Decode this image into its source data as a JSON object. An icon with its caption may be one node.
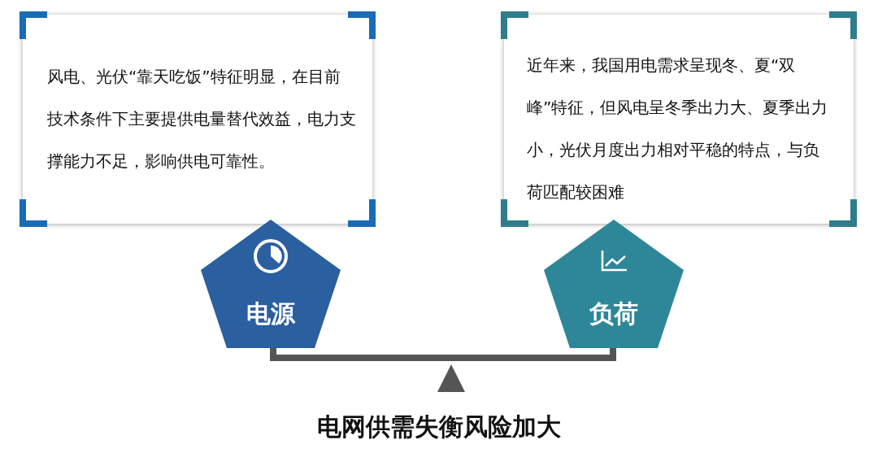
{
  "diagram": {
    "caption": "电网供需失衡风险加大",
    "nodes": [
      {
        "text": [
          "风电、光伏“靠天吃饭”特征明显，在目前技术条件下主要提供电量替代效益，电力支撑能力不足，影响供电可靠性。"
        ]
      },
      {
        "text": [
          "近年来，我国用电需求呈现冬、夏“双峰”特征，但风电呈冬季出力大、夏季出力小，光伏月度出力相对平稳的特点，与负荷匹配较困难"
        ]
      },
      {
        "text": [
          "电源"
        ]
      },
      {
        "text": [
          "负荷"
        ]
      }
    ],
    "edges": []
  }
}
